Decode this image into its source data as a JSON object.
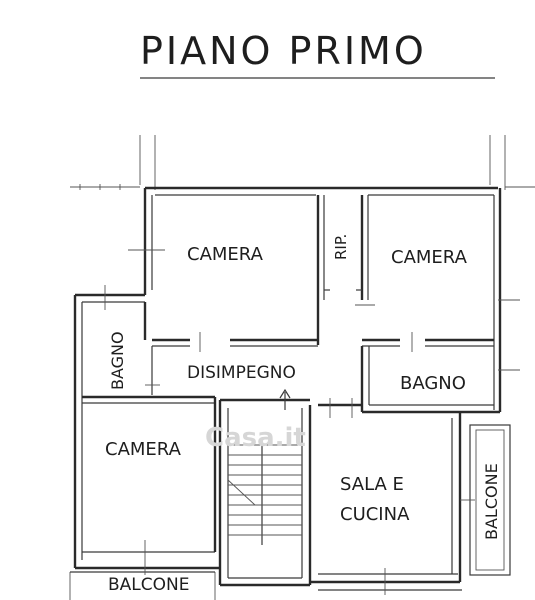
{
  "title": "PIANO PRIMO",
  "watermark": "Casa.it",
  "rooms": {
    "camera_top_left": "CAMERA",
    "ripostiglio": "RIP.",
    "camera_top_right": "CAMERA",
    "bagno_left": "BAGNO",
    "disimpegno": "DISIMPEGNO",
    "bagno_right": "BAGNO",
    "camera_bottom_left": "CAMERA",
    "sala_line1": "SALA E",
    "sala_line2": "CUCINA",
    "balcone_right": "BALCONE",
    "balcone_bottom": "BALCONE"
  },
  "colors": {
    "ink": "#2a2a2a",
    "background": "#ffffff"
  }
}
